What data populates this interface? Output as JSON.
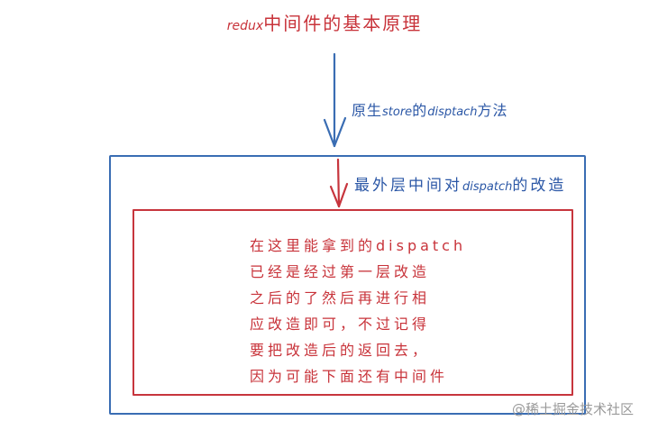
{
  "diagram": {
    "title": {
      "latin": "redux",
      "text": "中间件的基本原理",
      "color": "#c8333a"
    },
    "nodes": [
      {
        "id": "outer-middleware",
        "type": "box",
        "color": "#3a6db3",
        "label": {
          "text_before": "最外层中间对",
          "latin": "dispatch",
          "text_after": "的改造"
        }
      },
      {
        "id": "inner-middleware",
        "type": "box",
        "color": "#c7353d",
        "parent": "outer-middleware",
        "note_lines": [
          "在这里能拿到的dispatch",
          "已经是经过第一层改造",
          "之后的了然后再进行相",
          "应改造即可，不过记得",
          "要把改造后的返回去，",
          "因为可能下面还有中间件"
        ]
      }
    ],
    "edges": [
      {
        "id": "original-dispatch-arrow",
        "from": "top",
        "to": "outer-middleware",
        "color": "#3a6db3",
        "label": {
          "text_before": "原生",
          "latin_1": "store",
          "text_mid": "的",
          "latin_2": "disptach",
          "text_after": "方法"
        }
      },
      {
        "id": "outer-to-inner-arrow",
        "from": "outer-middleware",
        "to": "inner-middleware",
        "color": "#c7353d"
      }
    ]
  },
  "watermark": "@稀土掘金技术社区"
}
